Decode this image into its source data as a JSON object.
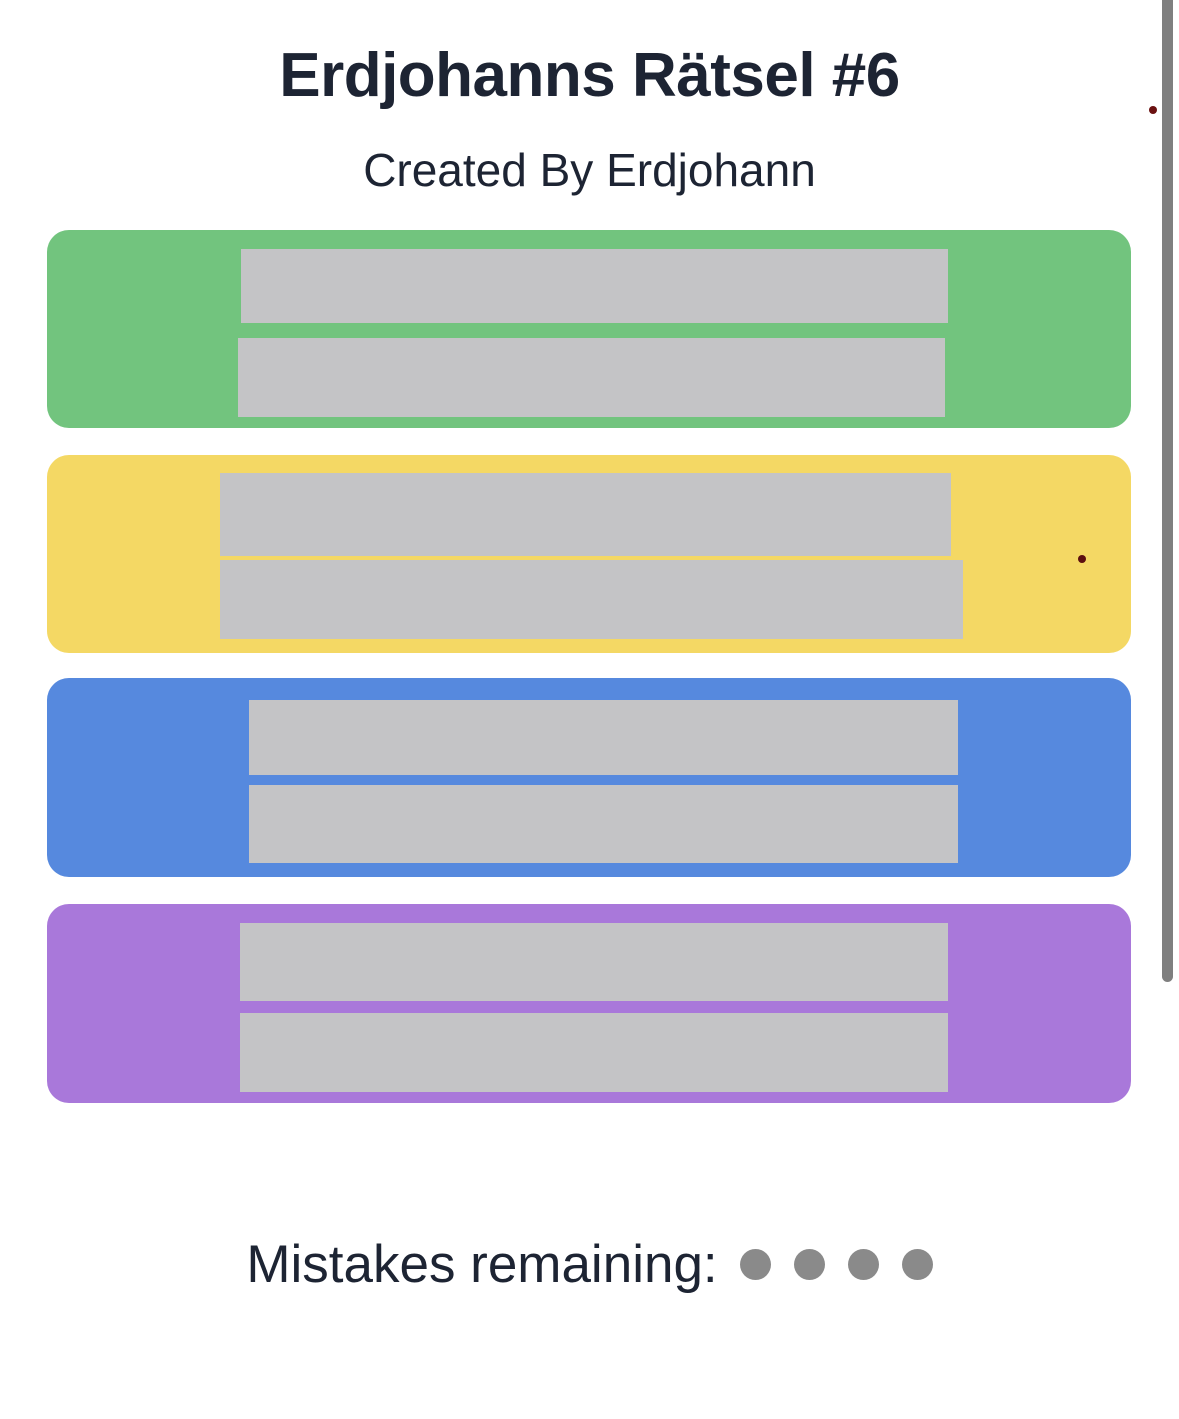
{
  "header": {
    "title": "Erdjohanns Rätsel #6",
    "subtitle": "Created By Erdjohann"
  },
  "groups": [
    {
      "id": "green",
      "color": "#72C47E"
    },
    {
      "id": "yellow",
      "color": "#F4D864"
    },
    {
      "id": "blue",
      "color": "#5689DE"
    },
    {
      "id": "purple",
      "color": "#A978DA"
    }
  ],
  "mistakes": {
    "label": "Mistakes remaining:",
    "remaining": 4,
    "dot_color": "#8A8A8A"
  },
  "scrollbar": {
    "color": "#7F7F7F"
  },
  "markers": [
    {
      "color": "#6B1111"
    },
    {
      "color": "#5C0F0F"
    }
  ],
  "colors": {
    "redacted_bar": "#C4C4C6",
    "text": "#1D2433",
    "background": "#FFFFFF"
  }
}
